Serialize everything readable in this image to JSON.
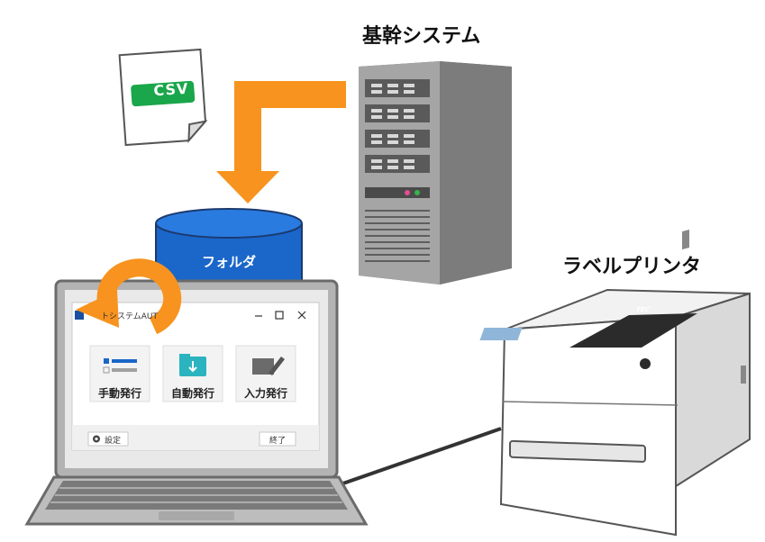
{
  "labels": {
    "core_system": "基幹システム",
    "label_printer": "ラベルプリンタ",
    "folder": "フォルダ",
    "csv": "CSV"
  },
  "app_window": {
    "title": "トシステムAUT",
    "tiles": [
      {
        "label": "手動発行",
        "icon": "manual-list-icon"
      },
      {
        "label": "自動発行",
        "icon": "auto-folder-icon"
      },
      {
        "label": "入力発行",
        "icon": "input-edit-icon"
      }
    ],
    "settings_label": "設定",
    "exit_label": "終了",
    "window_controls": [
      "minimize-icon",
      "maximize-icon",
      "close-icon"
    ]
  },
  "printer": {
    "brand": "TEC"
  },
  "colors": {
    "arrow": "#f7931e",
    "folder": "#1a66c9",
    "csv_badge": "#1aa64a",
    "server": "#8d8d8d"
  }
}
